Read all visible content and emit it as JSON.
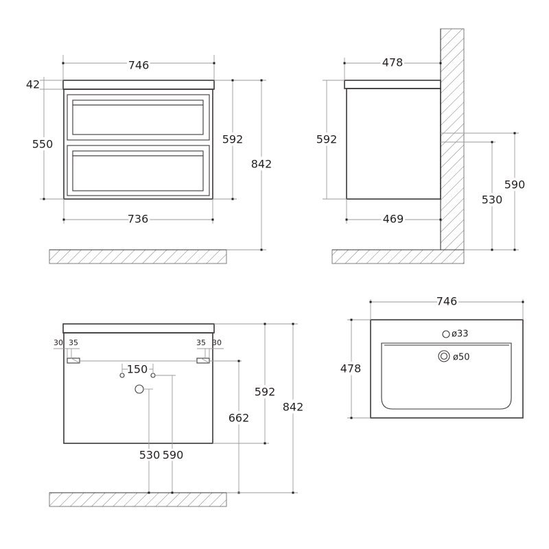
{
  "views": {
    "front": {
      "overall_width": "746",
      "top_thickness": "42",
      "drawer_height": "550",
      "body_height": "592",
      "total_height": "842",
      "body_width": "736"
    },
    "side": {
      "top_depth": "478",
      "body_height": "592",
      "body_depth": "469",
      "pipe_height_a": "530",
      "pipe_height_b": "590"
    },
    "back": {
      "bracket_left_a": "30",
      "bracket_left_b": "35",
      "bracket_right_a": "35",
      "bracket_right_b": "30",
      "hole_spacing": "150",
      "body_height": "592",
      "mount_height": "662",
      "total_height": "842",
      "pipe_height_a": "530",
      "pipe_height_b": "590"
    },
    "top": {
      "width": "746",
      "depth": "478",
      "faucet_hole": "ø33",
      "drain_hole": "ø50"
    }
  }
}
